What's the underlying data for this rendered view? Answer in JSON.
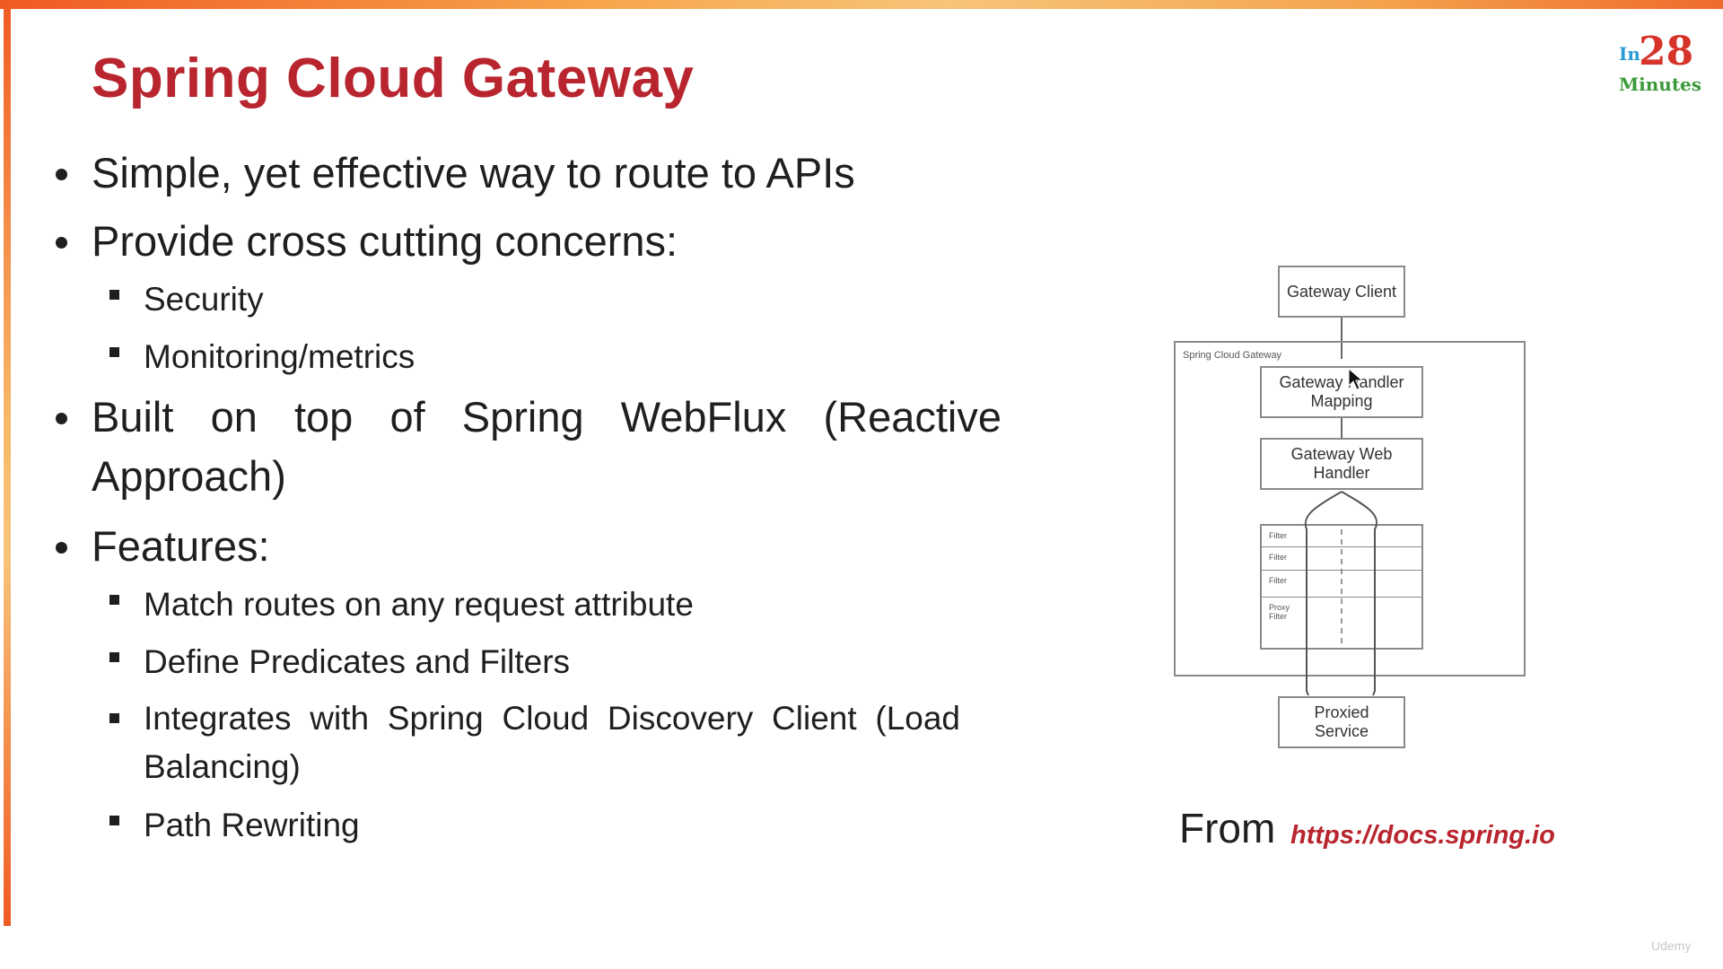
{
  "slide": {
    "title": "Spring Cloud Gateway",
    "logo": {
      "prefix": "In",
      "number": "28",
      "suffix": "Minutes"
    },
    "bullets": [
      {
        "text": "Simple, yet effective way to route to APIs"
      },
      {
        "text": "Provide cross cutting concerns:",
        "sub": [
          "Security",
          "Monitoring/metrics"
        ]
      },
      {
        "text": "Built on top of Spring WebFlux (Reactive Approach)"
      },
      {
        "text": "Features:",
        "sub": [
          "Match routes on any request attribute",
          "Define Predicates and Filters",
          "Integrates with Spring Cloud Discovery Client (Load Balancing)",
          "Path Rewriting"
        ]
      }
    ],
    "diagram": {
      "client": "Gateway Client",
      "container_label": "Spring Cloud Gateway",
      "handler_mapping": "Gateway Handler Mapping",
      "web_handler": "Gateway Web Handler",
      "filters": [
        "Filter",
        "Filter",
        "Filter",
        "Proxy Filter"
      ],
      "proxied_service": "Proxied Service"
    },
    "source": {
      "prefix": "From",
      "link": "https://docs.spring.io"
    },
    "watermark": "Udemy"
  },
  "colors": {
    "title": "#b8252e",
    "accent_orange": "#f05a22",
    "link": "#b8252e"
  }
}
